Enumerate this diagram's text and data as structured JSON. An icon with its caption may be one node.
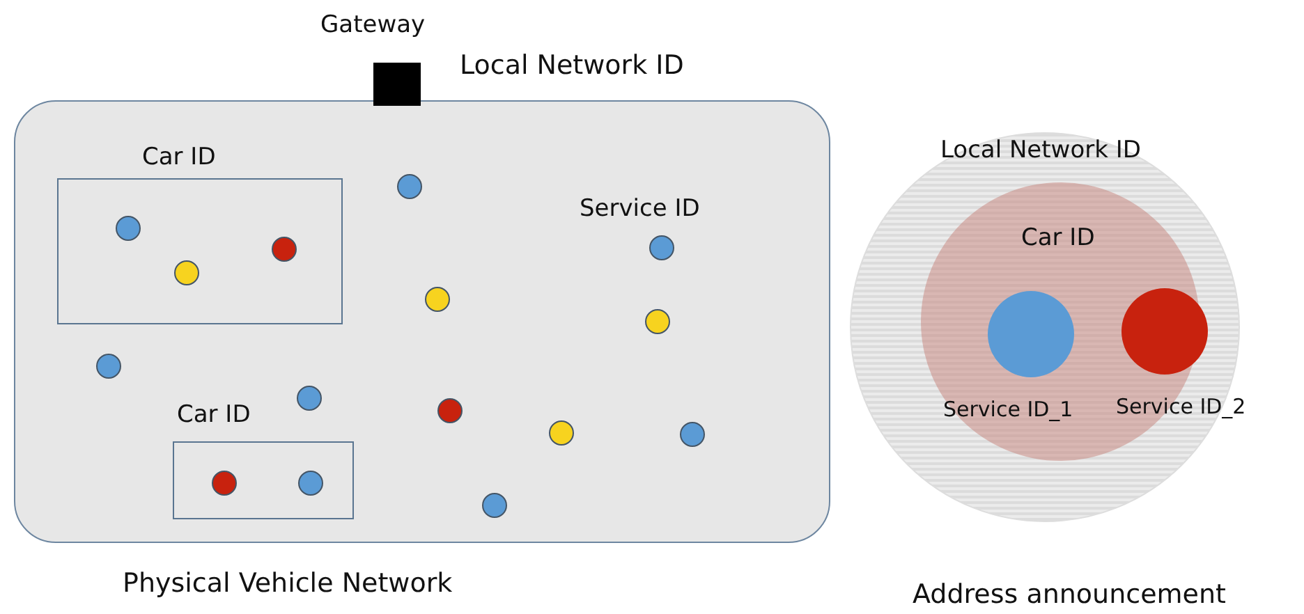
{
  "diagram": {
    "nodes": [
      {
        "text": [],
        "shape": "box",
        "beside": [
          "Physical Vehicle Network"
        ]
      },
      {
        "text": [
          "Gateway"
        ],
        "beside": [
          "Local Network ID"
        ]
      },
      {
        "text": [
          "Car ID"
        ],
        "in": 0
      },
      {
        "text": [],
        "shape": "circle",
        "in": 2
      },
      {
        "text": [],
        "shape": "circle",
        "in": 2
      },
      {
        "text": [],
        "shape": "circle",
        "in": 2
      },
      {
        "text": [
          "Car ID"
        ],
        "in": 0
      },
      {
        "text": [],
        "shape": "circle",
        "in": 6
      },
      {
        "text": [],
        "shape": "circle",
        "in": 6
      },
      {
        "text": [],
        "shape": "circle",
        "in": 0
      },
      {
        "text": [],
        "shape": "circle",
        "in": 0
      },
      {
        "text": [],
        "shape": "circle",
        "in": 0
      },
      {
        "text": [],
        "shape": "circle",
        "in": 0
      },
      {
        "text": [],
        "shape": "circle",
        "in": 0
      },
      {
        "text": [],
        "shape": "circle",
        "in": 0
      },
      {
        "text": [],
        "shape": "circle",
        "in": 0
      },
      {
        "text": [],
        "shape": "circle",
        "in": 0
      },
      {
        "text": [],
        "shape": "circle",
        "in": 0
      },
      {
        "text": [],
        "shape": "circle",
        "in": 0
      },
      {
        "text": [
          "Local Network ID"
        ],
        "beside": [
          "Address announcement"
        ]
      },
      {
        "text": [
          "Car ID"
        ],
        "in": 19
      },
      {
        "text": [
          "Service ID_1"
        ],
        "in": 20
      },
      {
        "text": [
          "Service ID_2"
        ],
        "in": 20
      }
    ],
    "labels": [
      "Service ID"
    ]
  }
}
